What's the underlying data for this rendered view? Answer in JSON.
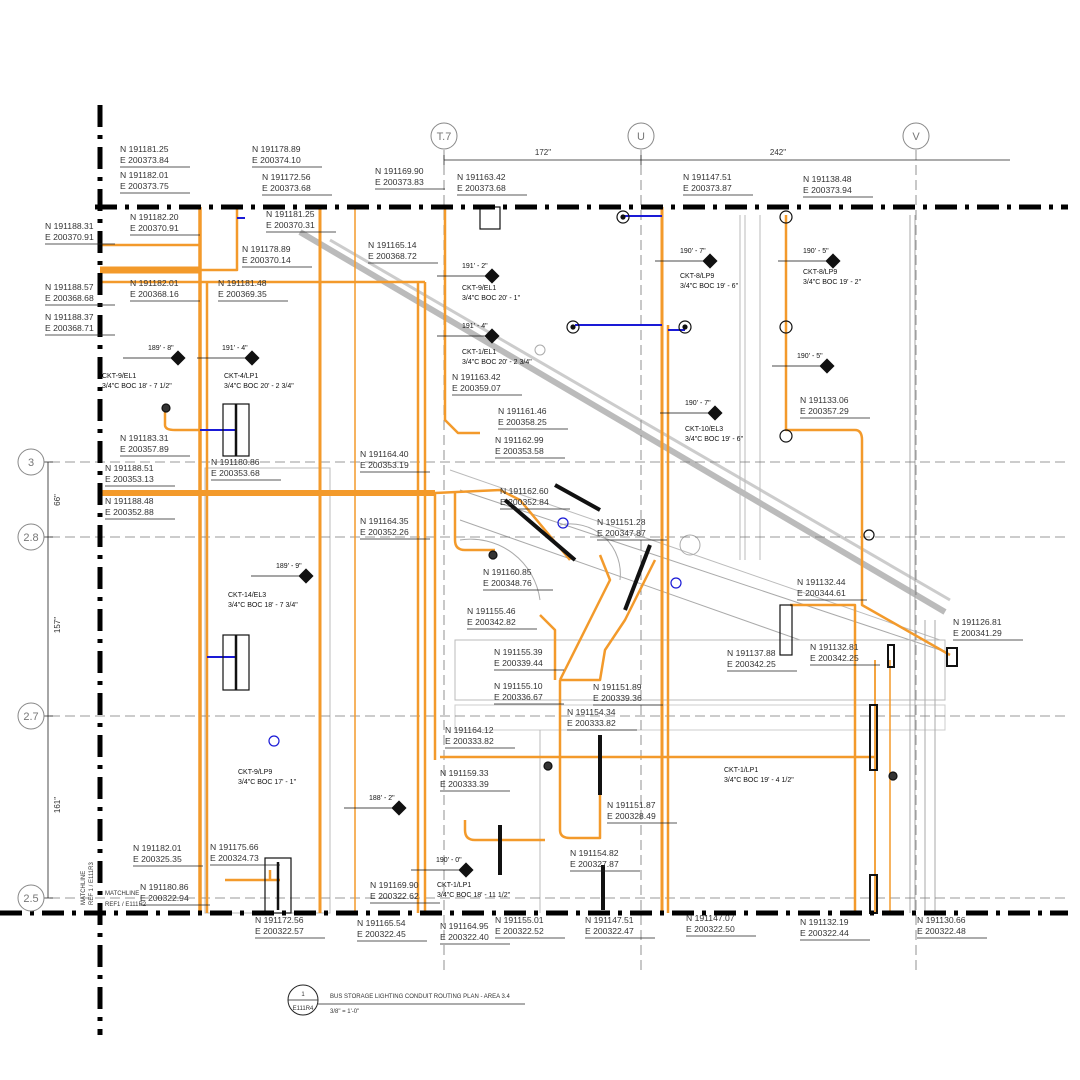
{
  "grid": {
    "bubbles": [
      "T.7",
      "U",
      "V",
      "3",
      "2.8",
      "2.7",
      "2.5"
    ],
    "dimensions": [
      "172\"",
      "242\"",
      "66\"",
      "157\"",
      "161\""
    ]
  },
  "coordinates": [
    {
      "n": "N 191181.25",
      "e": "E 200373.84"
    },
    {
      "n": "N 191182.01",
      "e": "E 200373.75"
    },
    {
      "n": "N 191178.89",
      "e": "E 200374.10"
    },
    {
      "n": "N 191172.56",
      "e": "E 200373.68"
    },
    {
      "n": "N 191169.90",
      "e": "E 200373.83"
    },
    {
      "n": "N 191163.42",
      "e": "E 200373.68"
    },
    {
      "n": "N 191147.51",
      "e": "E 200373.87"
    },
    {
      "n": "N 191138.48",
      "e": "E 200373.94"
    },
    {
      "n": "N 191182.20",
      "e": "E 200370.91"
    },
    {
      "n": "N 191188.31",
      "e": "E 200370.91"
    },
    {
      "n": "N 191181.25",
      "e": "E 200370.31"
    },
    {
      "n": "N 191178.89",
      "e": "E 200370.14"
    },
    {
      "n": "N 191165.14",
      "e": "E 200368.72"
    },
    {
      "n": "N 191182.01",
      "e": "E 200368.16"
    },
    {
      "n": "N 191181.48",
      "e": "E 200369.35"
    },
    {
      "n": "N 191188.57",
      "e": "E 200368.68"
    },
    {
      "n": "N 191188.37",
      "e": "E 200368.71"
    },
    {
      "n": "N 191183.31",
      "e": "E 200357.89"
    },
    {
      "n": "N 191180.86",
      "e": "E 200353.68"
    },
    {
      "n": "N 191188.51",
      "e": "E 200353.13"
    },
    {
      "n": "N 191188.48",
      "e": "E 200352.88"
    },
    {
      "n": "N 191164.40",
      "e": "E 200353.19"
    },
    {
      "n": "N 191164.35",
      "e": "E 200352.26"
    },
    {
      "n": "N 191163.42",
      "e": "E 200359.07"
    },
    {
      "n": "N 191161.46",
      "e": "E 200358.25"
    },
    {
      "n": "N 191162.99",
      "e": "E 200353.58"
    },
    {
      "n": "N 191162.60",
      "e": "E 200352.84"
    },
    {
      "n": "N 191160.85",
      "e": "E 200348.76"
    },
    {
      "n": "N 191151.28",
      "e": "E 200347.87"
    },
    {
      "n": "N 191155.46",
      "e": "E 200342.82"
    },
    {
      "n": "N 191155.39",
      "e": "E 200339.44"
    },
    {
      "n": "N 191155.10",
      "e": "E 200336.67"
    },
    {
      "n": "N 191151.89",
      "e": "E 200339.36"
    },
    {
      "n": "N 191154.34",
      "e": "E 200333.82"
    },
    {
      "n": "N 191164.12",
      "e": "E 200333.82"
    },
    {
      "n": "N 191159.33",
      "e": "E 200333.39"
    },
    {
      "n": "N 191151.87",
      "e": "E 200328.49"
    },
    {
      "n": "N 191154.82",
      "e": "E 200327.87"
    },
    {
      "n": "N 191132.44",
      "e": "E 200344.61"
    },
    {
      "n": "N 191137.88",
      "e": "E 200342.25"
    },
    {
      "n": "N 191132.81",
      "e": "E 200342.25"
    },
    {
      "n": "N 191126.81",
      "e": "E 200341.29"
    },
    {
      "n": "N 191133.06",
      "e": "E 200357.29"
    },
    {
      "n": "N 191182.01",
      "e": "E 200325.35"
    },
    {
      "n": "N 191175.66",
      "e": "E 200324.73"
    },
    {
      "n": "N 191180.86",
      "e": "E 200322.94"
    },
    {
      "n": "N 191169.90",
      "e": "E 200322.62"
    },
    {
      "n": "N 191172.56",
      "e": "E 200322.57"
    },
    {
      "n": "N 191165.54",
      "e": "E 200322.45"
    },
    {
      "n": "N 191164.95",
      "e": "E 200322.40"
    },
    {
      "n": "N 191155.01",
      "e": "E 200322.52"
    },
    {
      "n": "N 191147.51",
      "e": "E 200322.47"
    },
    {
      "n": "N 191147.07",
      "e": "E 200322.50"
    },
    {
      "n": "N 191132.19",
      "e": "E 200322.44"
    },
    {
      "n": "N 191130.66",
      "e": "E 200322.48"
    }
  ],
  "circuits": [
    {
      "ckt": "CKT-9/EL1",
      "size": "3/4\"C BOC 18' - 7 1/2\""
    },
    {
      "ckt": "CKT-4/LP1",
      "size": "3/4\"C BOC 20' - 2 3/4\""
    },
    {
      "ckt": "CKT-9/EL1",
      "size": "3/4\"C BOC 20' - 1\""
    },
    {
      "ckt": "CKT-1/EL1",
      "size": "3/4\"C BOC 20' - 2 3/4\""
    },
    {
      "ckt": "CKT-8/LP9",
      "size": "3/4\"C BOC 19' - 6\""
    },
    {
      "ckt": "CKT-8/LP9",
      "size": "3/4\"C BOC 19' - 2\""
    },
    {
      "ckt": "CKT-10/EL3",
      "size": "3/4\"C BOC 19' - 6\""
    },
    {
      "ckt": "CKT-14/EL3",
      "size": "3/4\"C BOC 18' - 7 3/4\""
    },
    {
      "ckt": "CKT-9/LP9",
      "size": "3/4\"C BOC 17' - 1\""
    },
    {
      "ckt": "CKT-1/LP1",
      "size": "3/4\"C BOC 18' - 11 1/2\""
    },
    {
      "ckt": "CKT-1/LP1",
      "size": "3/4\"C BOC 19' - 4 1/2\""
    }
  ],
  "elevations": [
    "189' - 8\"",
    "191' - 4\"",
    "191' - 2\"",
    "191' - 4\"",
    "190' - 7\"",
    "190' - 5\"",
    "190' - 5\"",
    "190' - 7\"",
    "189' - 9\"",
    "188' - 2\"",
    "190' - 0\""
  ],
  "matchline": {
    "bottom_label": "MATCHLINE",
    "bottom_ref": "REF1 / E111R2",
    "side_label": "MATCHLINE",
    "side_ref": "REF 1 / E111R3"
  },
  "title_block": {
    "number": "1",
    "sheet": "E111R4",
    "title": "BUS STORAGE LIGHTING  CONDUIT ROUTING PLAN - AREA 3.4",
    "scale": "3/8\" = 1'-0\""
  },
  "colors": {
    "conduit": "#f39a2b",
    "branch": "#1a1ad6",
    "background": "#888888",
    "matchline": "#000000"
  }
}
